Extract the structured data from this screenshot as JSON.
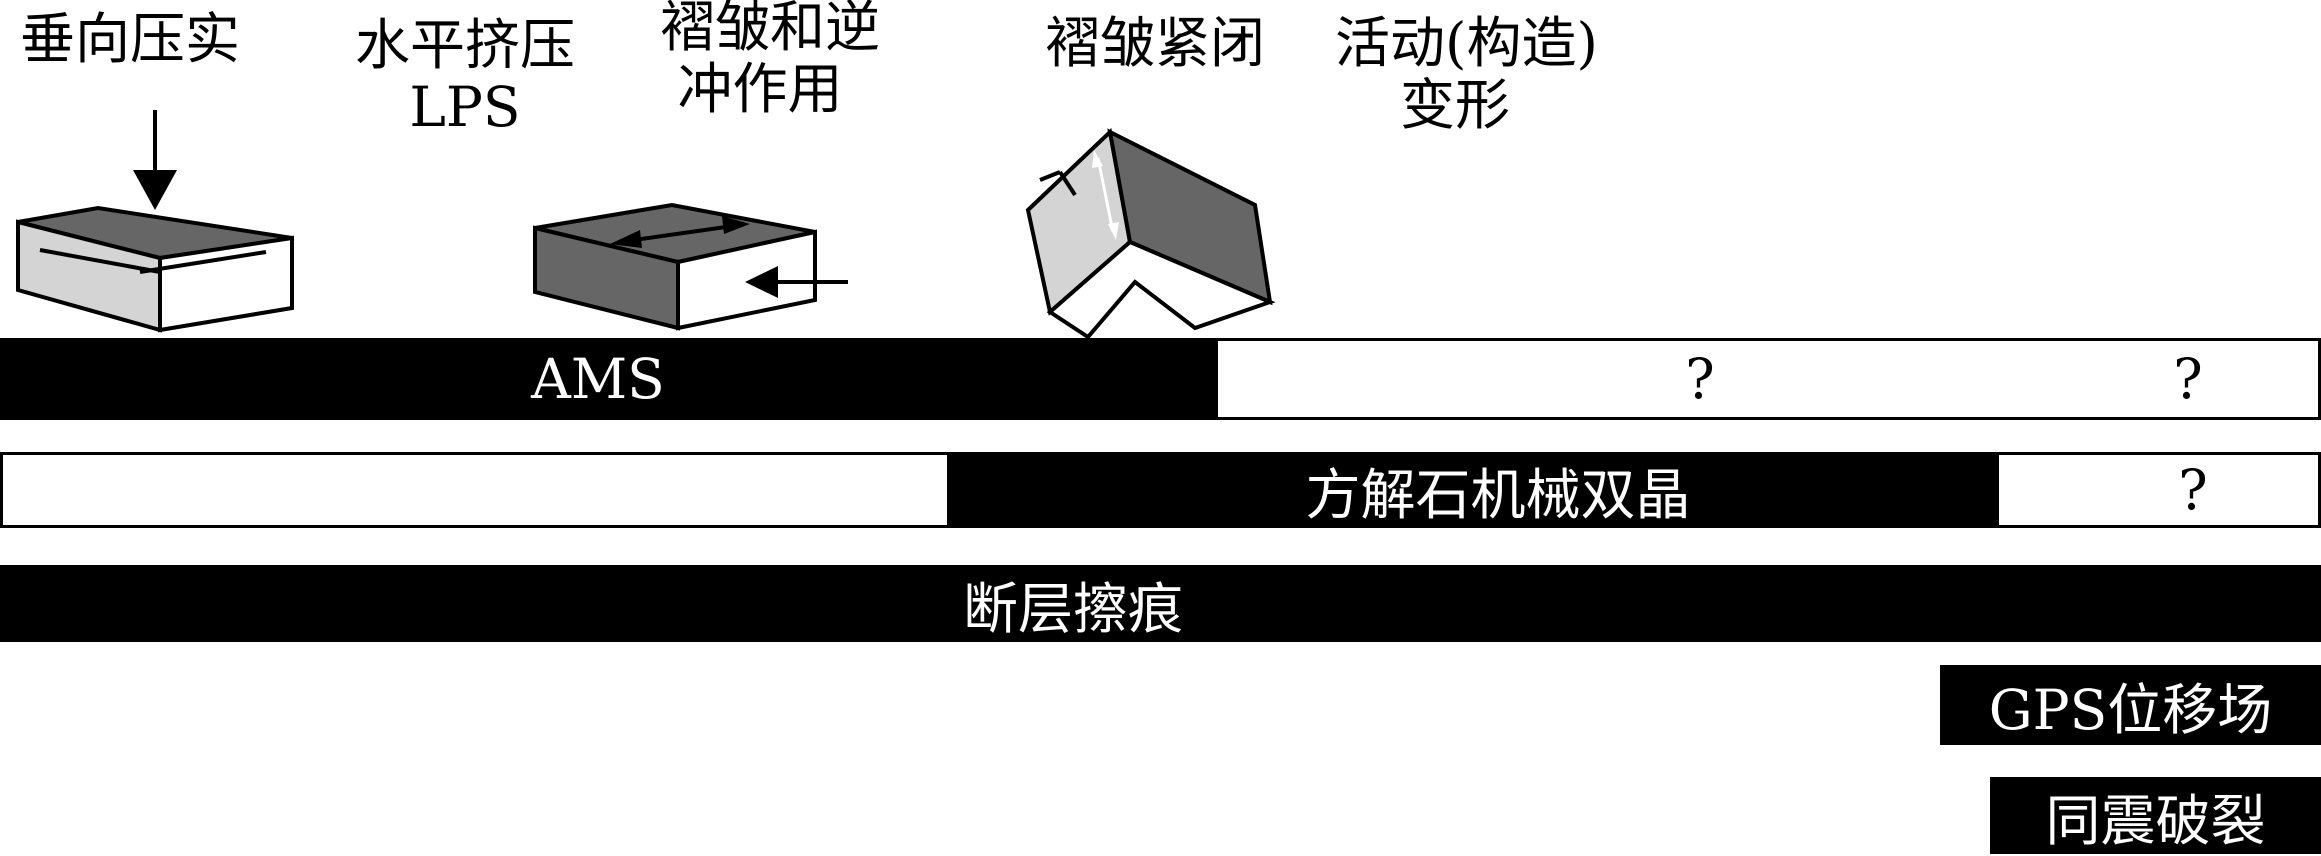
{
  "stages": [
    {
      "lines": [
        "垂向压实"
      ]
    },
    {
      "lines": [
        "水平挤压",
        "LPS"
      ]
    },
    {
      "lines": [
        "褶皱和逆",
        "冲作用"
      ]
    },
    {
      "lines": [
        "褶皱紧闭"
      ]
    },
    {
      "lines": [
        "活动(构造)",
        "变形"
      ]
    }
  ],
  "bars": {
    "ams": {
      "label": "AMS",
      "q1": "?",
      "q2": "?"
    },
    "calcite": {
      "label": "方解石机械双晶",
      "q": "?"
    },
    "slickenside": {
      "label": "断层擦痕"
    },
    "gps": {
      "label": "GPS位移场"
    },
    "coseismic": {
      "label": "同震破裂"
    }
  },
  "colors": {
    "fill_light": "#d4d4d4",
    "fill_dark": "#666666",
    "bar": "#000000"
  }
}
